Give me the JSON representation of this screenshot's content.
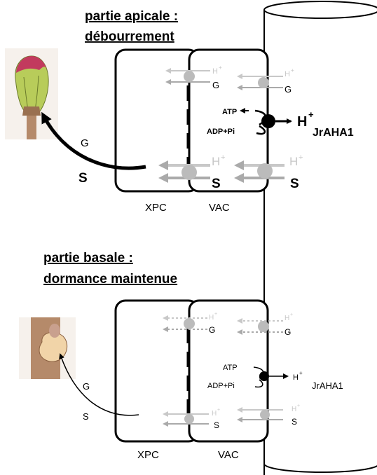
{
  "apical": {
    "title_line1": "partie apicale :",
    "title_line2": "débourrement",
    "xpc": "XPC",
    "vac": "VAC",
    "g": "G",
    "s": "S",
    "h": "H",
    "plus": "+",
    "atp": "ATP",
    "adp": "ADP+Pi",
    "pump": "JrAHA1"
  },
  "basal": {
    "title_line1": "partie basale :",
    "title_line2": "dormance maintenue",
    "xpc": "XPC",
    "vac": "VAC",
    "g": "G",
    "s": "S",
    "h": "H",
    "plus": "+",
    "atp": "ATP",
    "adp": "ADP+Pi",
    "pump": "JrAHA1"
  },
  "colors": {
    "line": "#000000",
    "grey": "#aaaaaa",
    "light_grey": "#c8c8c8",
    "bud_green": "#b8cc5a",
    "bud_red": "#c23a5e",
    "stem": "#b58a6a"
  }
}
